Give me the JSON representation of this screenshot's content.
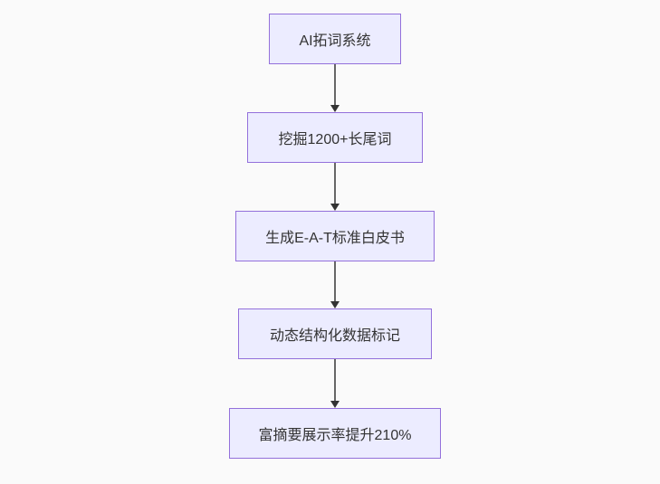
{
  "flowchart": {
    "type": "vertical-flowchart",
    "nodes": [
      {
        "label": "AI拓词系统"
      },
      {
        "label": "挖掘1200+长尾词"
      },
      {
        "label": "生成E-A-T标准白皮书"
      },
      {
        "label": "动态结构化数据标记"
      },
      {
        "label": "富摘要展示率提升210%"
      }
    ],
    "connections": [
      {
        "from": 0,
        "to": 1
      },
      {
        "from": 1,
        "to": 2
      },
      {
        "from": 2,
        "to": 3
      },
      {
        "from": 3,
        "to": 4
      }
    ],
    "colors": {
      "background": "#FAFAFA",
      "node_fill": "#ECECFF",
      "node_border": "#9370DB",
      "text": "#333333",
      "arrow_line": "#666666",
      "arrow_head": "#333333"
    }
  }
}
